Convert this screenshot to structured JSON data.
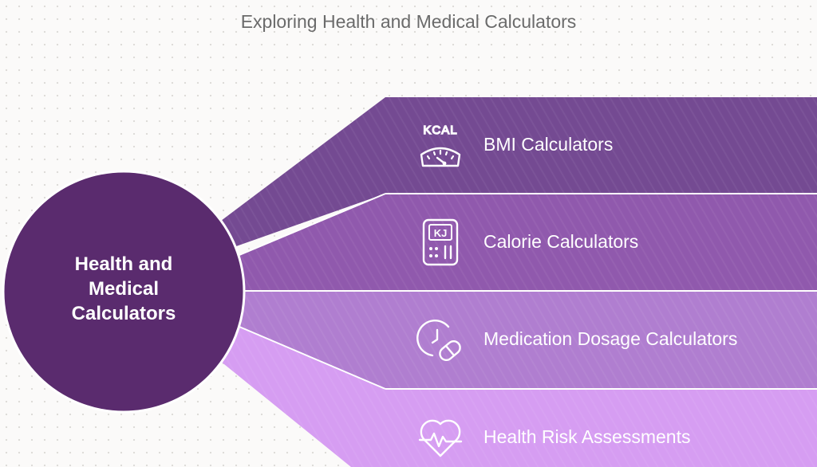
{
  "title": "Exploring Health and Medical Calculators",
  "center": {
    "lines": [
      "Health and",
      "Medical",
      "Calculators"
    ]
  },
  "bands": [
    {
      "label": "BMI Calculators",
      "icon": "kcal-scale-icon",
      "color": "#744a92"
    },
    {
      "label": "Calorie Calculators",
      "icon": "kj-calculator-icon",
      "color": "#9059ad"
    },
    {
      "label": "Medication Dosage Calculators",
      "icon": "clock-pill-icon",
      "color": "#b07ed0"
    },
    {
      "label": "Health Risk Assessments",
      "icon": "heartbeat-icon",
      "color": "#d69df2"
    }
  ],
  "colors": {
    "center_circle": "#5a2b6e",
    "divider": "#ffffff",
    "title_text": "#6b6b6b"
  }
}
